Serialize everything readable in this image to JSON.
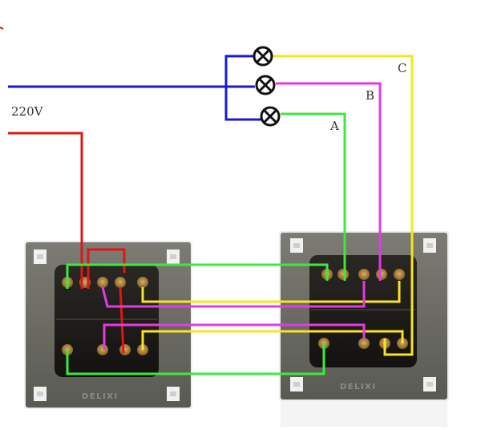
{
  "labels": {
    "voltage": "220V",
    "lamp_a": "A",
    "lamp_b": "B",
    "lamp_c": "C"
  },
  "switches": [
    {
      "brand": "DELIXI"
    },
    {
      "brand": "DELIXI"
    }
  ],
  "lamps": [
    {
      "label": "C",
      "wire_color": "#f7e51f"
    },
    {
      "label": "B",
      "wire_color": "#e43ae4"
    },
    {
      "label": "A",
      "wire_color": "#3ee83e"
    }
  ],
  "colors": {
    "live_wire": "#e01515",
    "neutral_wire": "#1a1ad0",
    "wire_a": "#3ee83e",
    "wire_b": "#e43ae4",
    "wire_c": "#f7e51f",
    "plate": "#707068",
    "plate_inner": "#1c1a18"
  }
}
